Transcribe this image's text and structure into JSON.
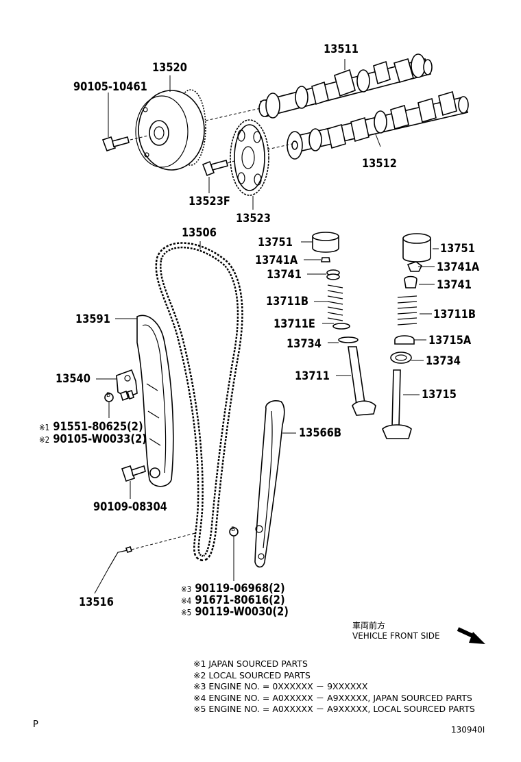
{
  "parts": [
    {
      "num": "13511"
    },
    {
      "num": "13520"
    },
    {
      "num": "90105-10461"
    },
    {
      "num": "13512"
    },
    {
      "num": "13523F"
    },
    {
      "num": "13523"
    },
    {
      "num": "13506"
    },
    {
      "num": "13751"
    },
    {
      "num": "13741A"
    },
    {
      "num": "13741"
    },
    {
      "num": "13711B"
    },
    {
      "num": "13711E"
    },
    {
      "num": "13734"
    },
    {
      "num": "13711"
    },
    {
      "num": "13751"
    },
    {
      "num": "13741A"
    },
    {
      "num": "13741"
    },
    {
      "num": "13711B"
    },
    {
      "num": "13715A"
    },
    {
      "num": "13734"
    },
    {
      "num": "13715"
    },
    {
      "num": "13591"
    },
    {
      "num": "13540"
    },
    {
      "num": "13566B"
    },
    {
      "num": "90109-08304"
    },
    {
      "num": "13516"
    }
  ],
  "variants_left": [
    {
      "mark": "※1",
      "num": "91551-80625(2)"
    },
    {
      "mark": "※2",
      "num": "90105-W0033(2)"
    }
  ],
  "variants_bottom": [
    {
      "mark": "※3",
      "num": "90119-06968(2)"
    },
    {
      "mark": "※4",
      "num": "91671-80616(2)"
    },
    {
      "mark": "※5",
      "num": "90119-W0030(2)"
    }
  ],
  "callout_letter": "B",
  "direction": {
    "jp": "車両前方",
    "en": "VEHICLE FRONT SIDE"
  },
  "notes": [
    "※1 JAPAN SOURCED PARTS",
    "※2 LOCAL SOURCED PARTS",
    "※3 ENGINE NO. = 0XXXXXX － 9XXXXXX",
    "※4 ENGINE NO. = A0XXXXX － A9XXXXX, JAPAN SOURCED PARTS",
    "※5 ENGINE NO. = A0XXXXX － A9XXXXX, LOCAL SOURCED PARTS"
  ],
  "corner_letter": "P",
  "figure_id": "130940I"
}
